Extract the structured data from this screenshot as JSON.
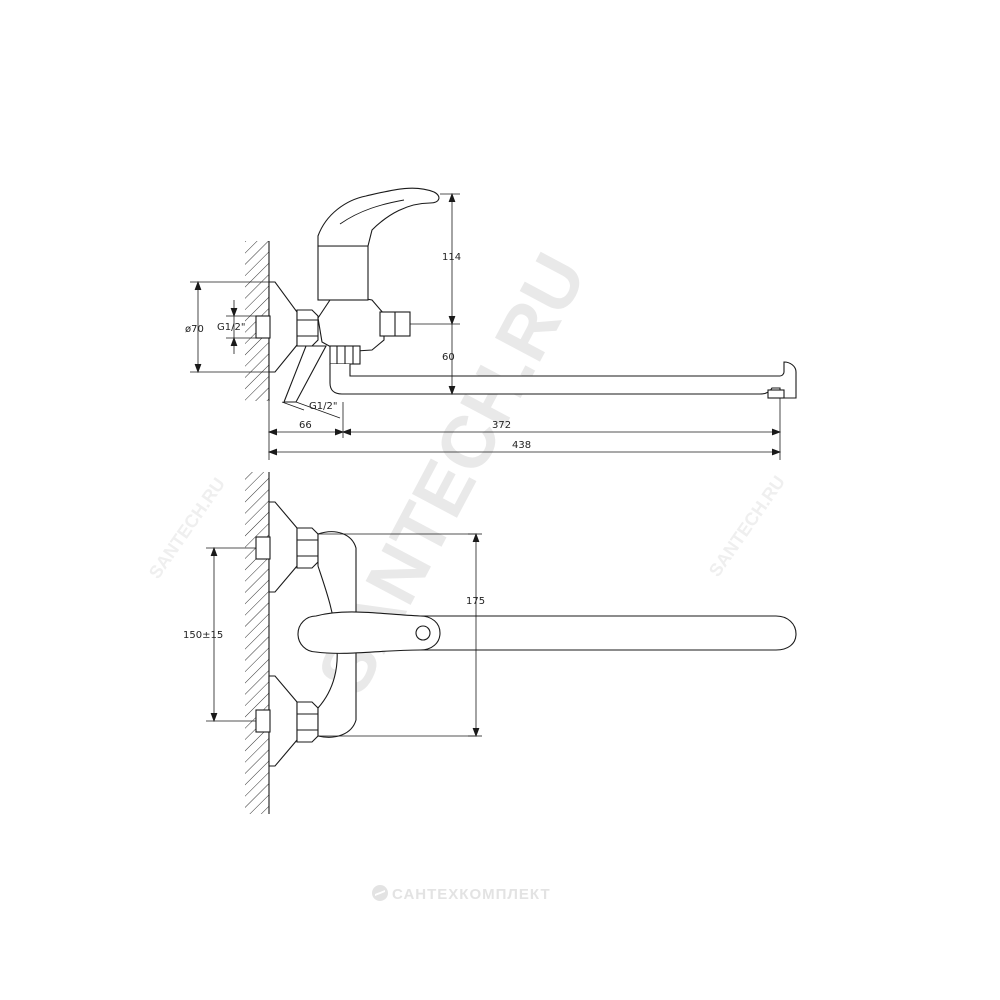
{
  "side_view": {
    "dim_height": "114",
    "dim_diameter": "ø70",
    "dim_thread_upper": "G1/2\"",
    "dim_thread_lower": "G1/2\"",
    "dim_spout_height": "60",
    "dim_offset": "66",
    "dim_spout_reach": "372",
    "dim_total_length": "438"
  },
  "front_view": {
    "dim_inlet_spacing": "150±15",
    "dim_body_height": "175"
  },
  "watermarks": {
    "main": "SANTECH.RU",
    "left": "SANTECH.RU",
    "right": "SANTECH.RU"
  },
  "footer": {
    "brand": "САНТЕХКОМПЛЕКТ"
  },
  "colors": {
    "line": "#1a1a1a",
    "watermark": "#e9e9e9"
  }
}
